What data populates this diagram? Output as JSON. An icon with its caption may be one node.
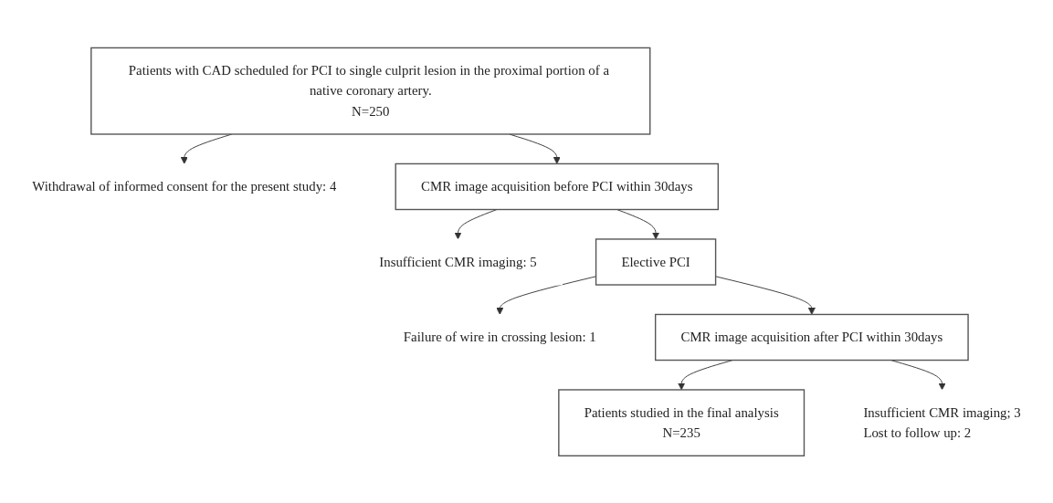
{
  "diagram": {
    "nodes": [
      {
        "text": [
          "Patients with CAD scheduled for PCI to single culprit lesion in the proximal portion of a native coronary artery.",
          "N=250"
        ]
      },
      {
        "text": [
          "Withdrawal of informed consent for the present study: 4"
        ]
      },
      {
        "text": [
          "CMR image acquisition before PCI within 30days"
        ]
      },
      {
        "text": [
          "Insufficient CMR imaging: 5"
        ]
      },
      {
        "text": [
          "Elective PCI"
        ]
      },
      {
        "text": [
          "Failure of wire in crossing lesion: 1"
        ]
      },
      {
        "text": [
          "CMR image acquisition after PCI within 30days"
        ]
      },
      {
        "text": [
          "Insufficient CMR imaging; 3",
          "Lost to follow up: 2"
        ]
      },
      {
        "text": [
          "Patients studied in the final analysis",
          "N=235"
        ]
      }
    ],
    "edges": [
      {
        "from": 0,
        "to": 2,
        "arrow": "to"
      },
      {
        "from": 0,
        "to": 1,
        "arrow": "to"
      },
      {
        "from": 2,
        "to": 4,
        "arrow": "to"
      },
      {
        "from": 2,
        "to": 3,
        "arrow": "to"
      },
      {
        "from": 4,
        "to": 6,
        "arrow": "to"
      },
      {
        "from": 4,
        "to": 5,
        "arrow": "to"
      },
      {
        "from": 6,
        "to": 8,
        "arrow": "to"
      },
      {
        "from": 6,
        "to": 7,
        "arrow": "to"
      }
    ]
  }
}
